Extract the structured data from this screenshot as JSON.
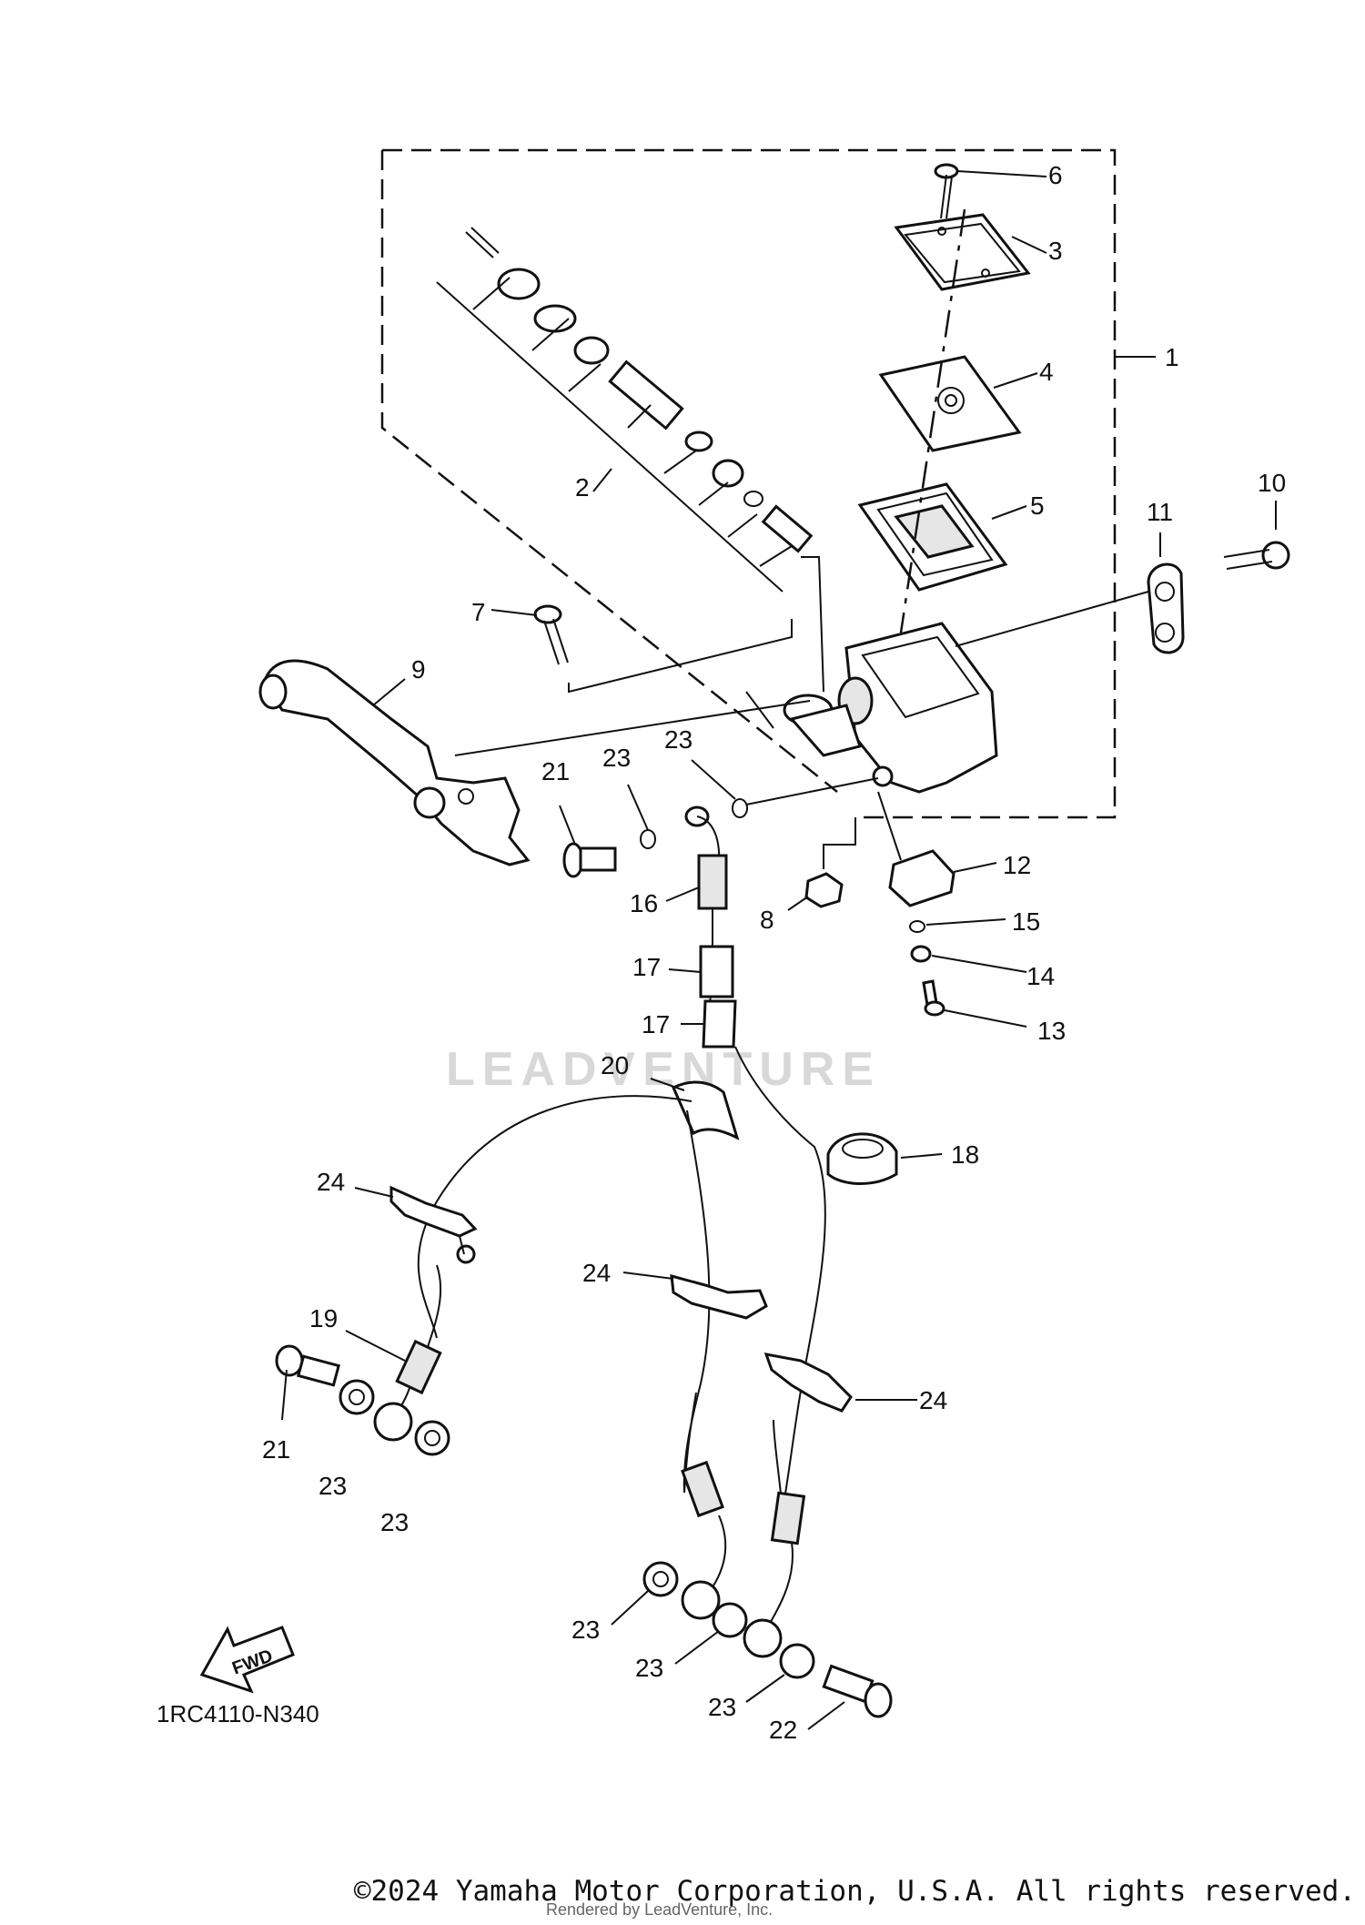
{
  "diagram": {
    "code": "1RC4110-N340",
    "fwd_arrow": "FWD",
    "watermark": "LEADVENTURE",
    "callouts": [
      "1",
      "2",
      "3",
      "4",
      "5",
      "6",
      "7",
      "8",
      "9",
      "10",
      "11",
      "12",
      "13",
      "14",
      "15",
      "16",
      "17",
      "17",
      "18",
      "19",
      "20",
      "21",
      "21",
      "22",
      "23",
      "23",
      "23",
      "23",
      "23",
      "23",
      "23",
      "24",
      "24",
      "24"
    ]
  },
  "footer": {
    "copyright": "©2024 Yamaha Motor Corporation, U.S.A. All rights reserved.",
    "rendered_by": "Rendered by LeadVenture, Inc."
  }
}
